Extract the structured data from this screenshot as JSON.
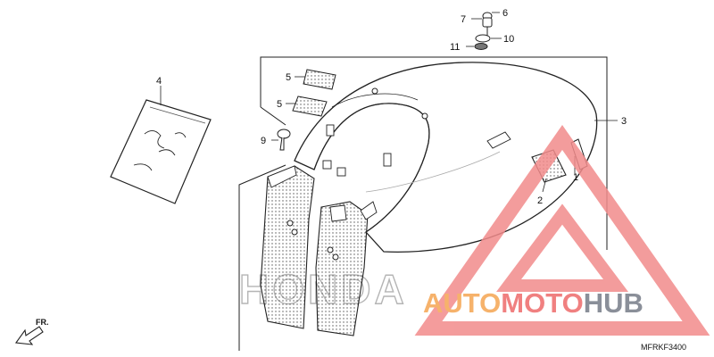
{
  "diagram": {
    "parts": [
      {
        "callout": "1",
        "part": "reflector"
      },
      {
        "callout": "2",
        "part": "reflector-base"
      },
      {
        "callout": "3",
        "part": "rear-fender"
      },
      {
        "callout": "4",
        "part": "sticker-sheet"
      },
      {
        "callout": "5",
        "part": "cushion-a"
      },
      {
        "callout": "5",
        "part": "cushion-b"
      },
      {
        "callout": "6",
        "part": "cap"
      },
      {
        "callout": "7",
        "part": "bolt"
      },
      {
        "callout": "9",
        "part": "clip"
      },
      {
        "callout": "10",
        "part": "collar"
      },
      {
        "callout": "11",
        "part": "washer"
      }
    ],
    "direction_label": "FR.",
    "diagram_code": "MFRKF3400"
  },
  "watermark": {
    "brand_a": "AUTO",
    "brand_b": "MOTO",
    "brand_c": "HUB",
    "background_brand": "HONDA",
    "colors": {
      "auto": "#f6b26b",
      "moto": "#f08080",
      "hub": "#8a8f99",
      "triangle": "#f28b8b"
    }
  }
}
